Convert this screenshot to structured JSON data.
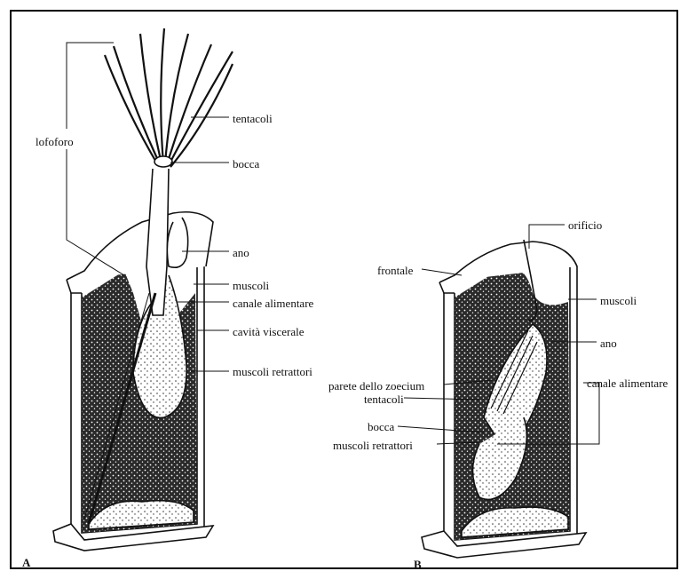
{
  "panelA": {
    "letter": "A",
    "labels": {
      "lofoforo": "lofoforo",
      "tentacoli": "tentacoli",
      "bocca": "bocca",
      "ano": "ano",
      "muscoli": "muscoli",
      "canale_alimentare": "canale alimentare",
      "cavita_viscerale": "cavità viscerale",
      "muscoli_retrattori": "muscoli retrattori"
    }
  },
  "panelB": {
    "letter": "B",
    "labels": {
      "orificio": "orificio",
      "frontale": "frontale",
      "muscoli": "muscoli",
      "ano": "ano",
      "parete_zoecium": "parete dello zoecium",
      "canale_alimentare": "canale alimentare",
      "tentacoli": "tentacoli",
      "bocca": "bocca",
      "muscoli_retrattori": "muscoli retrattori"
    }
  },
  "colors": {
    "ink": "#111111",
    "paper": "#ffffff",
    "stipple": "#222222"
  }
}
